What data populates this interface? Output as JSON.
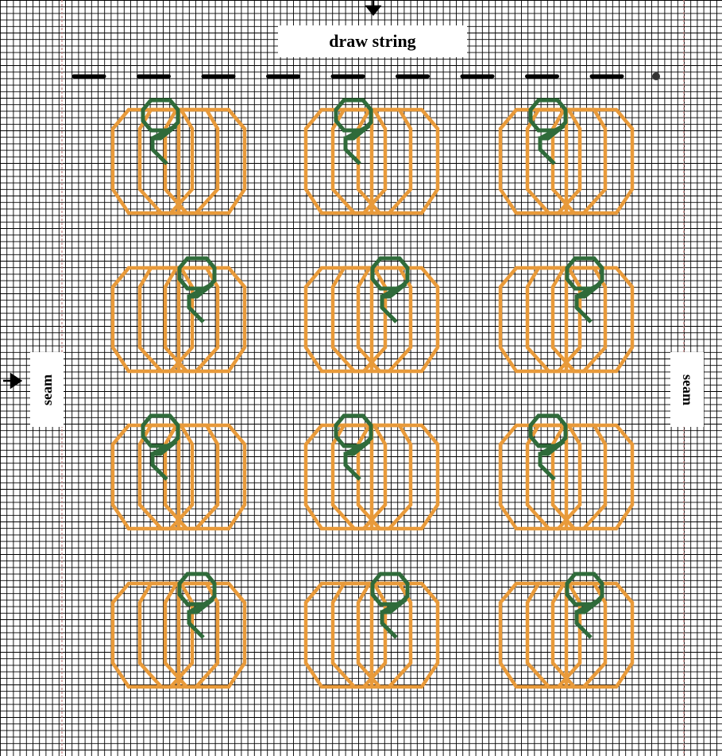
{
  "labels": {
    "top": "draw string",
    "left": "seam",
    "right": "seam"
  },
  "colors": {
    "grid": "#000000",
    "seam_line": "#c08080",
    "pumpkin": "#e89a3a",
    "stem": "#2f6b3a",
    "dash": "#000000"
  },
  "motif": {
    "name": "pumpkin",
    "rows": 4,
    "cols": 3,
    "stem_side_by_row": [
      "left",
      "right",
      "left",
      "right"
    ]
  },
  "markers": {
    "top_arrow": "arrow-down-icon",
    "left_arrow": "arrow-right-icon",
    "end_dot": "dot-icon"
  }
}
